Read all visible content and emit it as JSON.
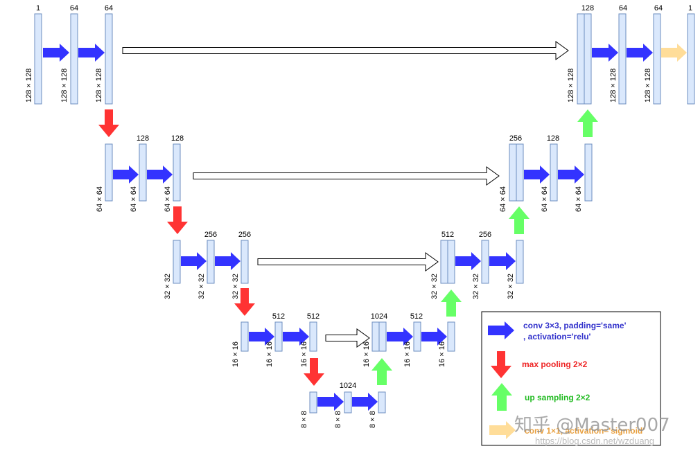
{
  "colors": {
    "conv": "#3333ff",
    "pool": "#ff3333",
    "up": "#66ff66",
    "final": "#ffdd99",
    "feature_fill": "#dae8fc",
    "feature_stroke": "#6c8ebf"
  },
  "channels": {
    "enc1": [
      "1",
      "64",
      "64"
    ],
    "enc2": [
      "128",
      "128"
    ],
    "enc3": [
      "256",
      "256"
    ],
    "enc4": [
      "512",
      "512"
    ],
    "bott": [
      "1024"
    ],
    "dec4": [
      "1024",
      "512"
    ],
    "dec3": [
      "512",
      "256"
    ],
    "dec2": [
      "256",
      "128"
    ],
    "dec1": [
      "128",
      "64",
      "64",
      "1"
    ]
  },
  "sizes": {
    "s128": "128 × 128",
    "s64": "64 × 64",
    "s32": "32 × 32",
    "s16": "16 × 16",
    "s8": "8 × 8"
  },
  "legend": {
    "conv_line1": "conv 3×3, padding='same'",
    "conv_line2": ", activation='relu'",
    "pool": "max pooling 2×2",
    "up": "up sampling 2×2",
    "final": "conv 1×1, activation='sigmoid'"
  },
  "watermark": {
    "main": "知乎 @Master007",
    "url": "https://blog.csdn.net/wzduang"
  }
}
